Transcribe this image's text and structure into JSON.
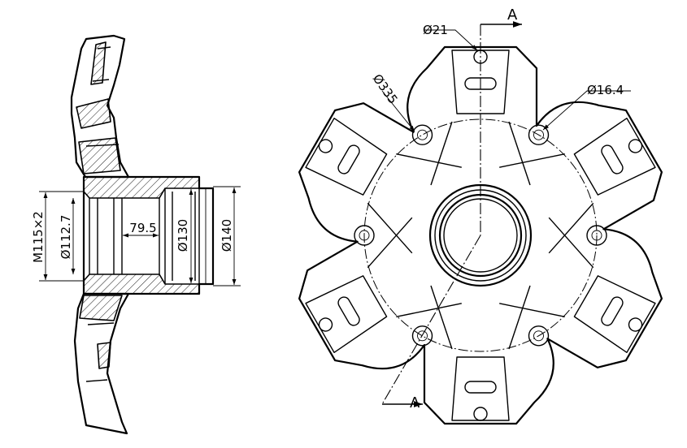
{
  "diagram": {
    "section_view": {
      "dimensions": {
        "thread": "M115×2",
        "bore_a": "Ø112.7",
        "length": "79.5",
        "bore_b": "Ø130",
        "outer": "Ø140"
      }
    },
    "front_view": {
      "section_label_top": "A",
      "section_label_bottom": "A",
      "callouts": {
        "hole_small": "Ø21",
        "pcd": "Ø335",
        "hole_bolt": "Ø16.4"
      }
    }
  }
}
